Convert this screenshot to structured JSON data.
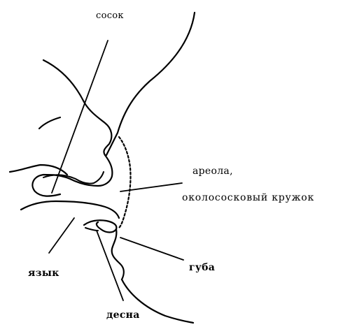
{
  "labels": {
    "nipple": "сосок",
    "areola": "ареола,",
    "areola_alt": "околососковый кружок",
    "lip": "губа",
    "tongue": "язык",
    "gum": "десна"
  },
  "colors": {
    "stroke": "#000000",
    "background": "#ffffff"
  }
}
